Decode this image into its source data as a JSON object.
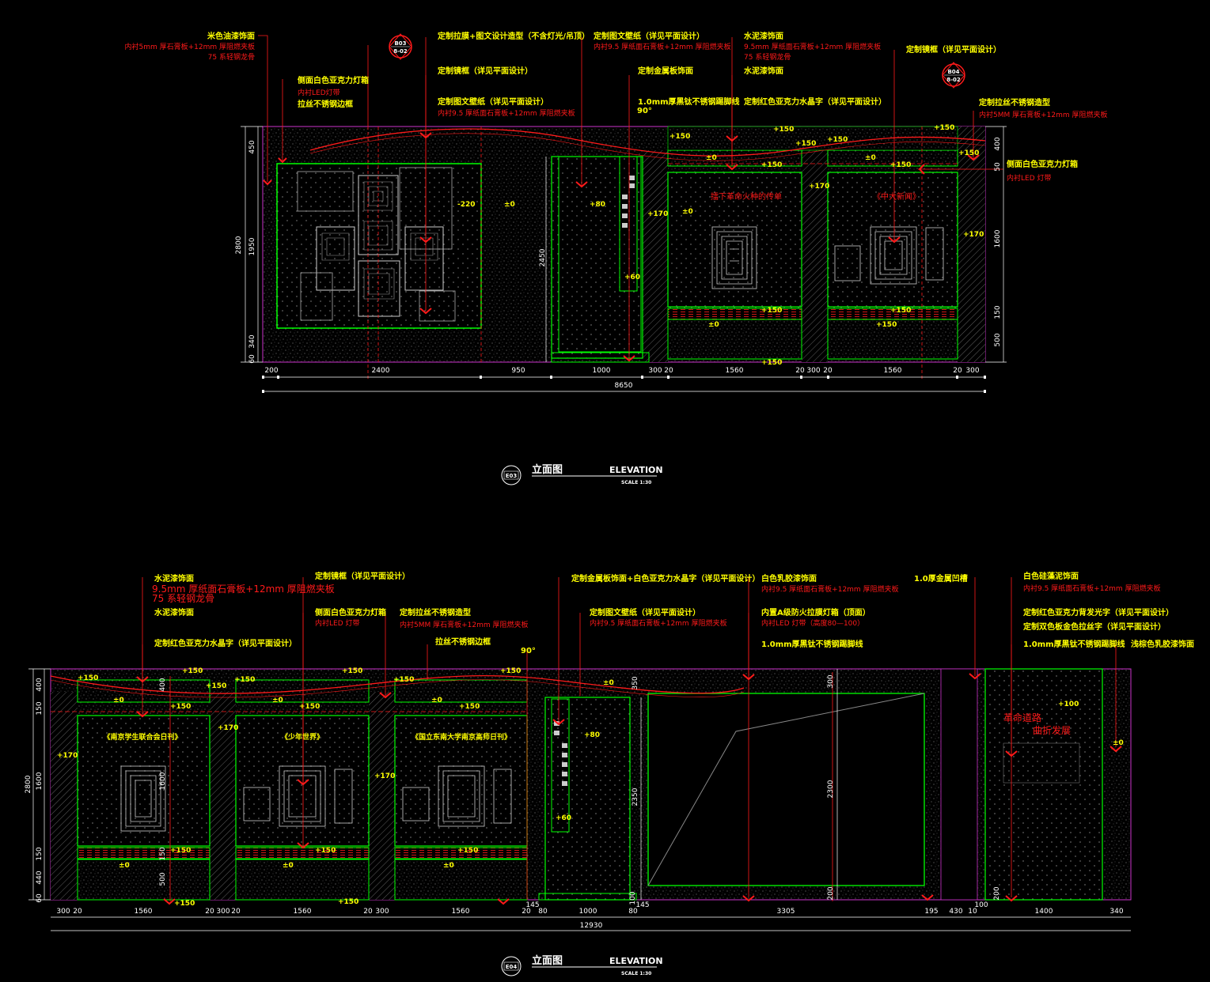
{
  "colors": {
    "background": "#000000",
    "annotation_yellow": "#ffff00",
    "annotation_red": "#ff1a1a",
    "outline_green": "#00ff00",
    "outline_magenta": "#cc33cc",
    "dimension_white": "#ffffff"
  },
  "icons": [
    "section-ref-marker",
    "elevation-marker",
    "level-arrow"
  ],
  "elevation1": {
    "marker": "E03",
    "title_zh": "立面图",
    "title_en": "ELEVATION",
    "scale": "SCALE 1:30",
    "ref_a": {
      "top": "B03",
      "bottom": "8-02"
    },
    "ref_b": {
      "top": "B04",
      "bottom": "8-02"
    },
    "labels": [
      {
        "main": "米色油漆饰面",
        "sub1": "内衬5mm 厚石膏板+12mm 厚阻燃夹板",
        "sub2": "75 系轻钢龙骨"
      },
      {
        "main": "侧面白色亚克力灯箱",
        "sub1": "内衬LED灯带"
      },
      {
        "main": "拉丝不锈钢边框"
      },
      {
        "main": "定制拉膜+图文设计造型（不含灯光/吊顶）"
      },
      {
        "main": "定制镜框（详见平面设计）"
      },
      {
        "main": "定制图文壁纸（详见平面设计）",
        "sub1": "内衬9.5 厚纸面石膏板+12mm 厚阻燃夹板"
      },
      {
        "main": "定制图文壁纸（详见平面设计）",
        "sub1": "内衬9.5 厚纸面石膏板+12mm 厚阻燃夹板"
      },
      {
        "main": "定制金属板饰面"
      },
      {
        "main": "1.0mm厚黑钛不锈钢踢脚线"
      },
      {
        "main": "水泥漆饰面",
        "sub1": "9.5mm 厚纸面石膏板+12mm 厚阻燃夹板",
        "sub2": "75 系轻钢龙骨"
      },
      {
        "main": "水泥漆饰面"
      },
      {
        "main": "定制红色亚克力水晶字（详见平面设计）"
      },
      {
        "main": "定制镜框（详见平面设计）"
      },
      {
        "main": "定制拉丝不锈钢造型",
        "sub1": "内衬5MM 厚石膏板+12mm 厚阻燃夹板"
      },
      {
        "main": "侧面白色亚克力灯箱",
        "sub1": "内衬LED 灯带"
      }
    ],
    "panel_texts": [
      "擂下革命火种的传单",
      "《中大新闻》"
    ],
    "levels": [
      "-220",
      "±0",
      "+80",
      "+60",
      "+170",
      "±0",
      "+150",
      "+150",
      "+150",
      "±0",
      "+150",
      "+150",
      "+150",
      "+150",
      "+170",
      "+150",
      "±0",
      "+150",
      "±0",
      "+150",
      "+150",
      "+170",
      "+150"
    ],
    "angle": "90°",
    "dims_bottom": [
      "200",
      "2400",
      "950",
      "1000",
      "300",
      "20",
      "1560",
      "20",
      "300",
      "20",
      "1560",
      "20",
      "300"
    ],
    "dim_total": "8650",
    "dims_left": [
      "450",
      "1950",
      "340",
      "60",
      "2800"
    ],
    "dims_right": [
      "400",
      "50",
      "1600",
      "150",
      "500"
    ],
    "dim_door": "2450"
  },
  "elevation2": {
    "marker": "E04",
    "title_zh": "立面图",
    "title_en": "ELEVATION",
    "scale": "SCALE 1:30",
    "labels": [
      {
        "main": "水泥漆饰面",
        "sub1": "9.5mm 厚纸面石膏板+12mm 厚阻燃夹板",
        "sub2": "75 系轻钢龙骨"
      },
      {
        "main": "水泥漆饰面"
      },
      {
        "main": "定制红色亚克力水晶字（详见平面设计）"
      },
      {
        "main": "定制镜框（详见平面设计）"
      },
      {
        "main": "侧面白色亚克力灯箱",
        "sub1": "内衬LED 灯带"
      },
      {
        "main": "定制拉丝不锈钢造型",
        "sub1": "内衬5MM 厚石膏板+12mm 厚阻燃夹板"
      },
      {
        "main": "拉丝不锈钢边框"
      },
      {
        "main": "定制金属板饰面+白色亚克力水晶字（详见平面设计）"
      },
      {
        "main": "定制图文壁纸（详见平面设计）",
        "sub1": "内衬9.5 厚纸面石膏板+12mm 厚阻燃夹板"
      },
      {
        "main": "白色乳胶漆饰面",
        "sub1": "内衬9.5 厚纸面石膏板+12mm 厚阻燃夹板"
      },
      {
        "main": "内置A级防火拉膜灯箱（顶面）",
        "sub1": "内衬LED 灯带（高度80—100）"
      },
      {
        "main": "1.0mm厚黑钛不锈钢踢脚线"
      },
      {
        "main": "1.0厚金属凹槽"
      },
      {
        "main": "白色硅藻泥饰面",
        "sub1": "内衬9.5 厚纸面石膏板+12mm 厚阻燃夹板"
      },
      {
        "main": "定制红色亚克力背发光字（详见平面设计）"
      },
      {
        "main": "定制双色板金色拉丝字（详见平面设计）"
      },
      {
        "main": "1.0mm厚黑钛不锈钢踢脚线"
      },
      {
        "main": "浅棕色乳胶漆饰面"
      }
    ],
    "panel_texts": [
      "《南京学生联合会日刊》",
      "《少年世界》",
      "《国立东南大学南京高师日刊》"
    ],
    "panel_red_text": [
      "革命道路",
      "曲折发展"
    ],
    "levels": [
      "+150",
      "+150",
      "+150",
      "+150",
      "+150",
      "+150",
      "±0",
      "+150",
      "±0",
      "+150",
      "±0",
      "+150",
      "+170",
      "+170",
      "+170",
      "+150",
      "+150",
      "+150",
      "±0",
      "±0",
      "±0",
      "+150",
      "+150",
      "+150",
      "+80",
      "+60",
      "±0",
      "+100",
      "±0"
    ],
    "angle": "90°",
    "dims_bottom": [
      "300",
      "20",
      "1560",
      "20",
      "300",
      "20",
      "1560",
      "20",
      "300",
      "1560",
      "20",
      "145",
      "80",
      "1000",
      "80",
      "145",
      "3305",
      "195",
      "430",
      "10",
      "100",
      "1400",
      "340"
    ],
    "dim_total": "12930",
    "dims_left": [
      "400",
      "150",
      "1600",
      "150",
      "440",
      "60",
      "2800"
    ],
    "dims_inner": [
      "400",
      "1600",
      "150",
      "500",
      "350",
      "2350",
      "300",
      "2300",
      "200",
      "200",
      "100"
    ]
  }
}
